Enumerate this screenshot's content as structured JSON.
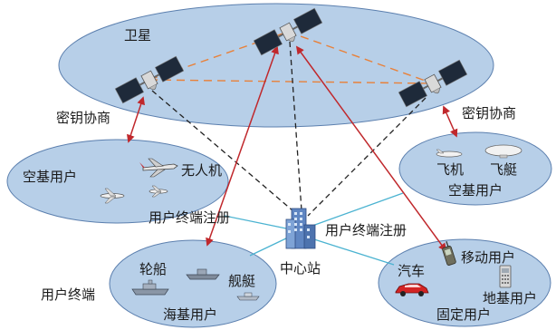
{
  "labels": {
    "satellite_layer": "卫星",
    "key_negotiation_left": "密钥协商",
    "key_negotiation_right": "密钥协商",
    "air_user_left": "空基用户",
    "drone": "无人机",
    "air_user_right": "空基用户",
    "airplane": "飞机",
    "airship": "飞艇",
    "terminal_register_left": "用户终端注册",
    "terminal_register_right": "用户终端注册",
    "center_station": "中心站",
    "user_terminal": "用户终端",
    "ship": "轮船",
    "warship": "舰艇",
    "sea_user": "海基用户",
    "car": "汽车",
    "mobile_user": "移动用户",
    "ground_user": "地基用户",
    "fixed_user": "固定用户"
  },
  "colors": {
    "ellipse_fill": "#b7cfe8",
    "ellipse_stroke": "#5b7fae",
    "negotiation_arrow": "#c0282c",
    "orange_link": "#e8813a",
    "dashed_link": "#222222",
    "cyan_link": "#4bb3d1"
  },
  "icons": [
    "satellite-icon",
    "drone-icon",
    "airplane-icon",
    "airship-icon",
    "ship-icon",
    "warship-icon",
    "building-icon",
    "car-icon",
    "mobile-phone-icon",
    "fixed-phone-icon"
  ]
}
